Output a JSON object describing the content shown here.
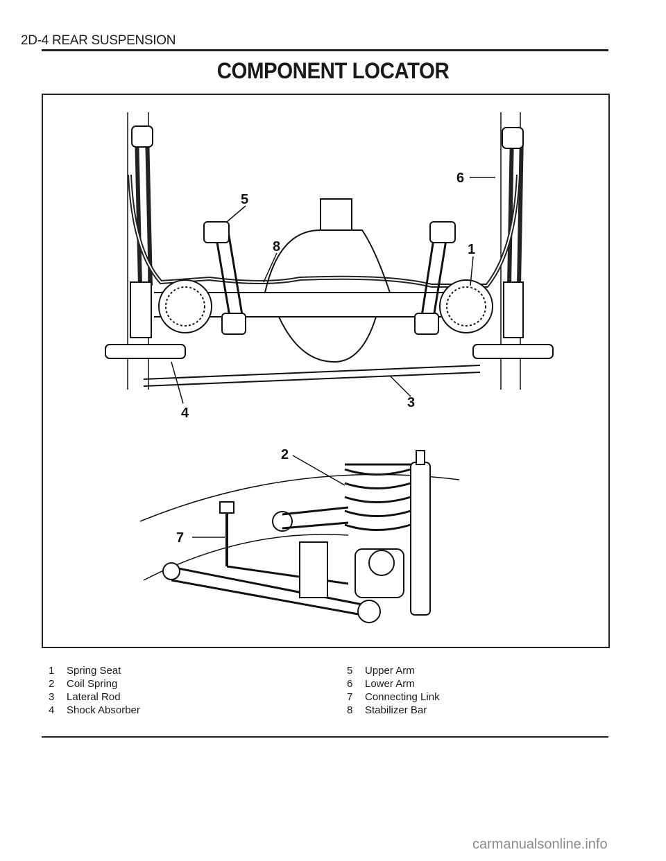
{
  "header": {
    "section": "2D-4  REAR SUSPENSION"
  },
  "title": "COMPONENT  LOCATOR",
  "figure": {
    "callouts": [
      "1",
      "2",
      "3",
      "4",
      "5",
      "6",
      "7",
      "8"
    ]
  },
  "legend": {
    "left": [
      {
        "num": "1",
        "label": "Spring Seat"
      },
      {
        "num": "2",
        "label": "Coil Spring"
      },
      {
        "num": "3",
        "label": "Lateral  Rod"
      },
      {
        "num": "4",
        "label": "Shock  Absorber"
      }
    ],
    "right": [
      {
        "num": "5",
        "label": "Upper Arm"
      },
      {
        "num": "6",
        "label": "Lower Arm"
      },
      {
        "num": "7",
        "label": "Connecting  Link"
      },
      {
        "num": "8",
        "label": "Stabilizer Bar"
      }
    ]
  },
  "watermark": "carmanualsonline.info"
}
